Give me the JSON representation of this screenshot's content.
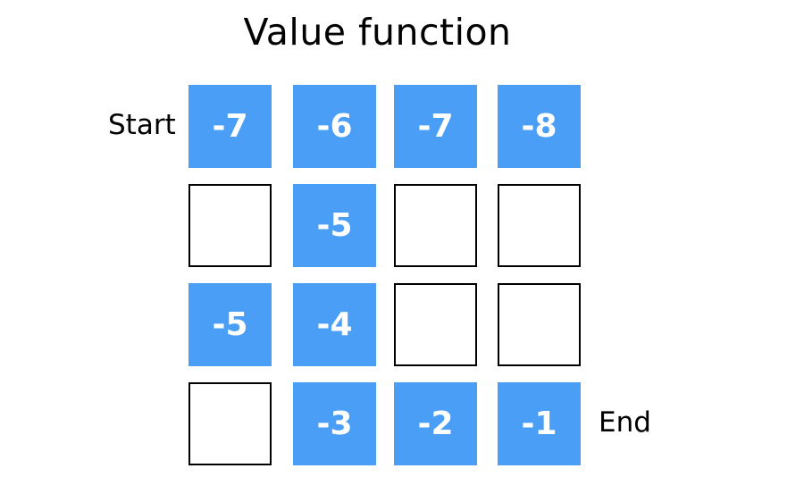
{
  "title": "Value function",
  "start_label": "Start",
  "end_label": "End",
  "colors": {
    "filled_cell": "#4a9ef5",
    "empty_border": "#000000",
    "cell_text": "#ffffff"
  },
  "grid": {
    "rows": [
      [
        "-7",
        "-6",
        "-7",
        "-8"
      ],
      [
        "",
        "-5",
        "",
        ""
      ],
      [
        "-5",
        "-4",
        "",
        ""
      ],
      [
        "",
        "-3",
        "-2",
        "-1"
      ]
    ]
  }
}
